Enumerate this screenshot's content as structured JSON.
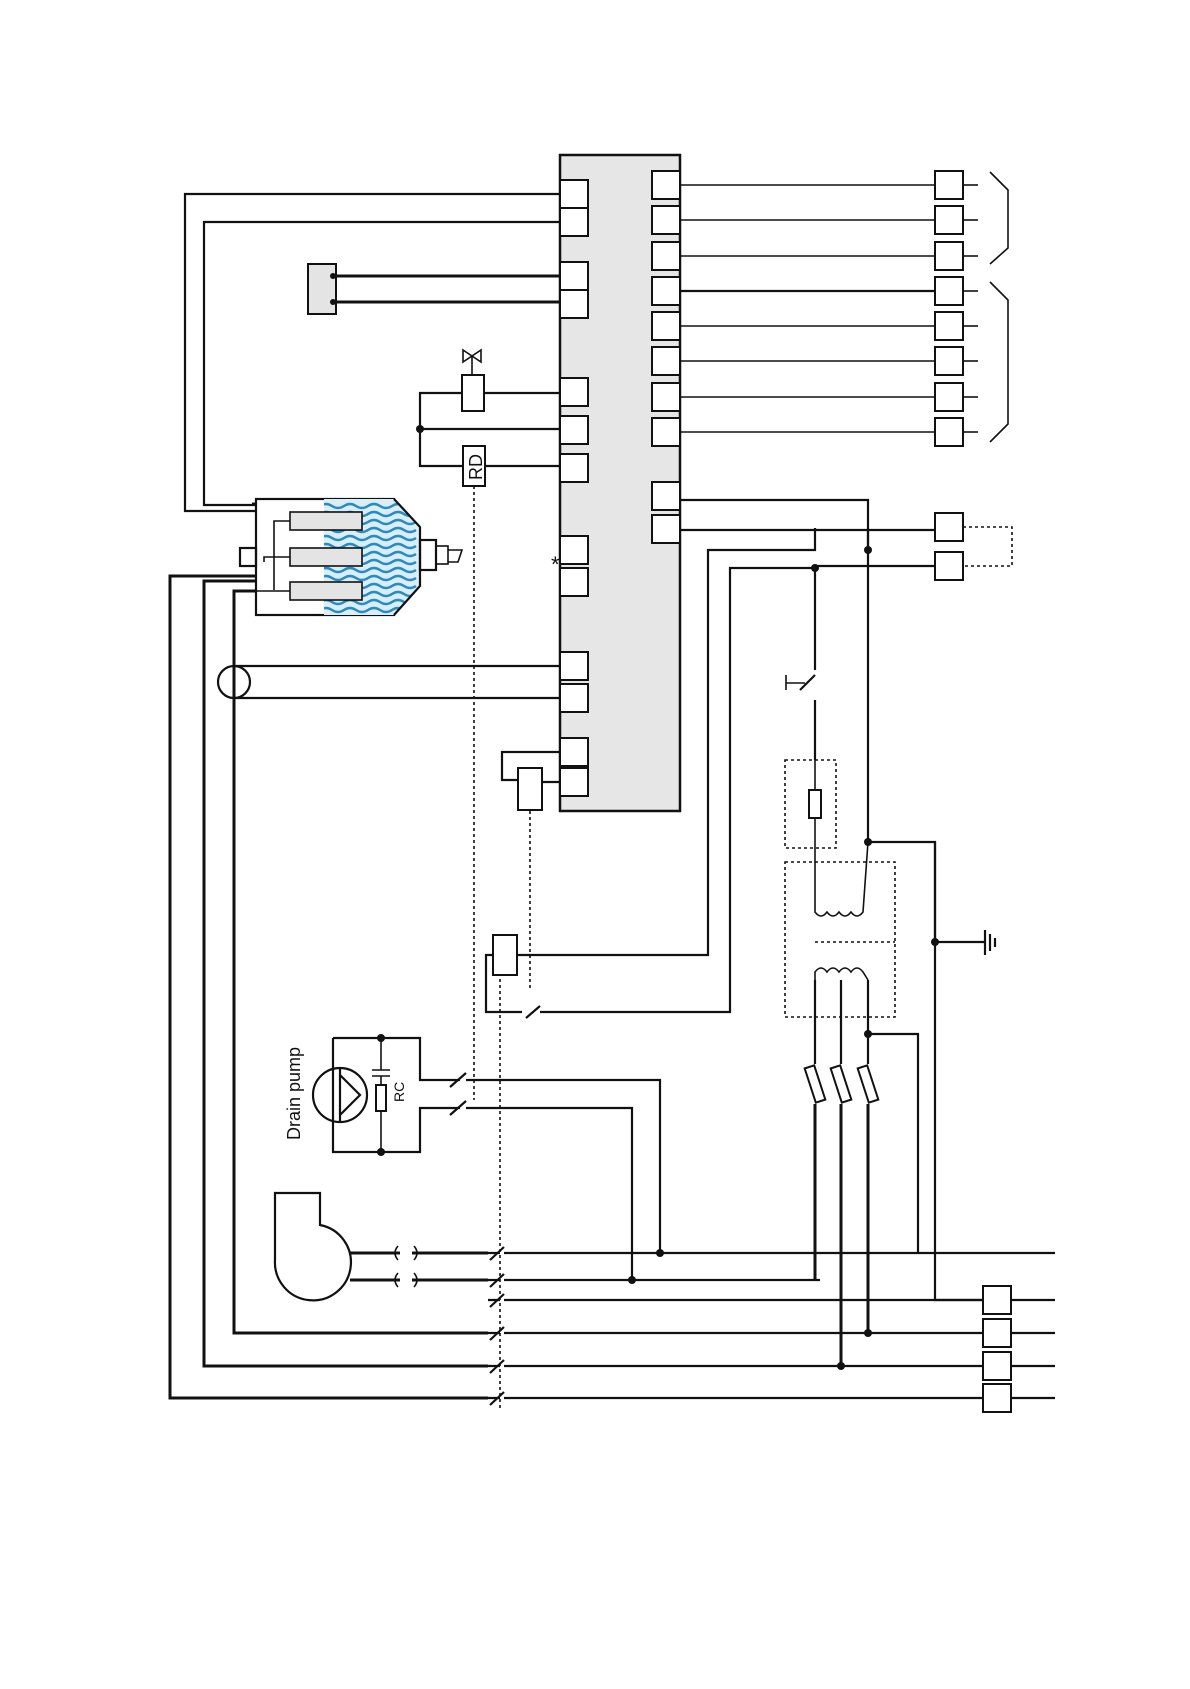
{
  "labels": {
    "drain_pump": "Drain pump",
    "rc": "RC",
    "rd": "RD",
    "asterisk": "*"
  },
  "colors": {
    "line": "#111111",
    "controller_fill": "#e6e6e6",
    "water": "#2a8bbf",
    "electrode_fill": "#e4e4e4"
  },
  "icons": {
    "valve": "solenoid-valve-icon",
    "ground": "earth-ground-icon",
    "pump": "pump-icon",
    "fan": "blower-fan-icon",
    "fuse": "fuse-icon",
    "transformer": "transformer-icon",
    "sensor": "current-sensor-ring-icon",
    "cylinder": "steam-cylinder-icon"
  }
}
